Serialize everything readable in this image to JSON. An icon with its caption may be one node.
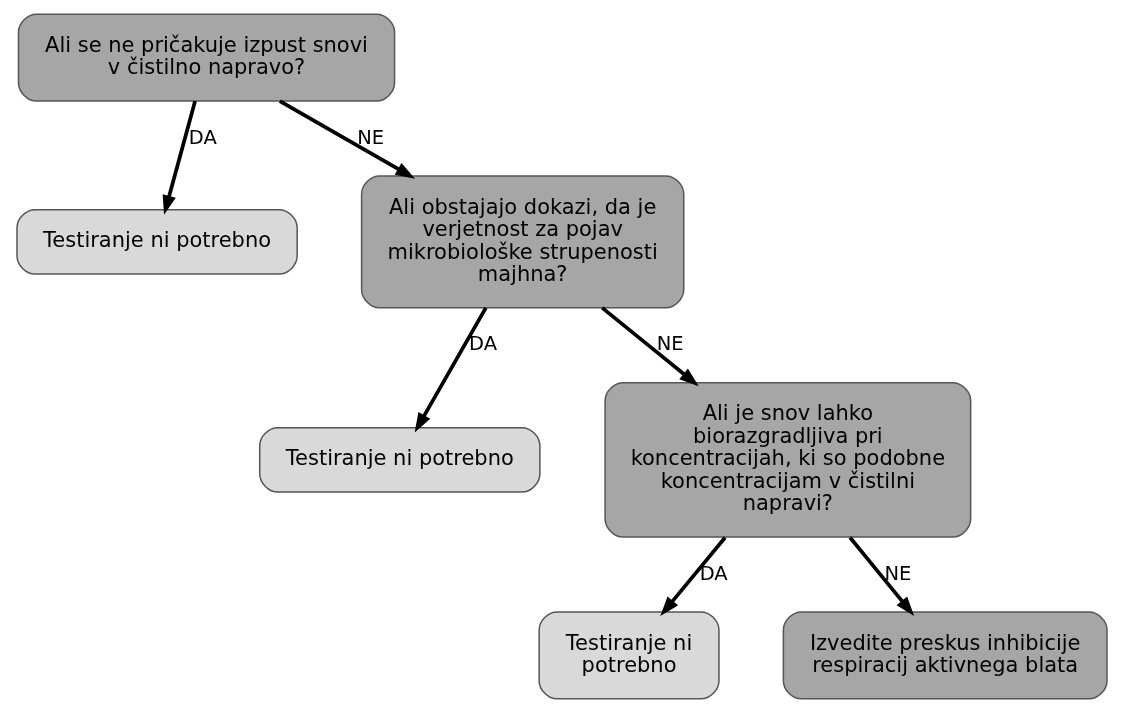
{
  "diagram": {
    "nodes": [
      {
        "text": [
          "Ali se ne pričakuje izpust snovi v čistilno napravo?"
        ]
      },
      {
        "text": [
          "Testiranje ni potrebno"
        ]
      },
      {
        "text": [
          "Ali obstajajo dokazi, da je verjetnost za pojav mikrobiološke strupenosti majhna?"
        ]
      },
      {
        "text": [
          "Testiranje ni potrebno"
        ]
      },
      {
        "text": [
          "Ali je snov lahko biorazgradljiva pri koncentracijah, ki so podobne koncentracijam v čistilni napravi?"
        ]
      },
      {
        "text": [
          "Testiranje ni potrebno"
        ]
      },
      {
        "text": [
          "Izvedite preskus inhibicije respiracij aktivnega blata"
        ]
      }
    ],
    "edges": [
      {
        "from": 0,
        "to": 1,
        "arrow": "to",
        "label": "DA"
      },
      {
        "from": 0,
        "to": 2,
        "arrow": "to",
        "label": "NE"
      },
      {
        "from": 2,
        "to": 3,
        "arrow": "to",
        "label": "DA"
      },
      {
        "from": 2,
        "to": 4,
        "arrow": "to",
        "label": "NE"
      },
      {
        "from": 4,
        "to": 5,
        "arrow": "to",
        "label": "DA"
      },
      {
        "from": 4,
        "to": 6,
        "arrow": "to",
        "label": "NE"
      }
    ]
  }
}
